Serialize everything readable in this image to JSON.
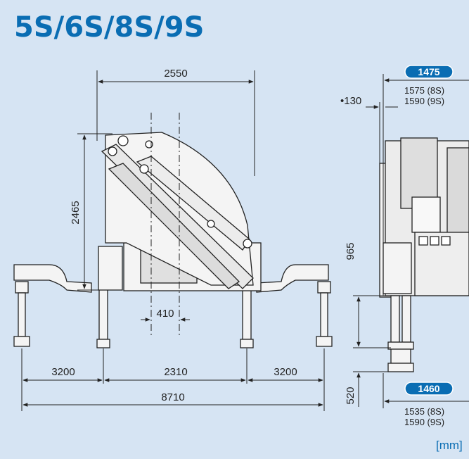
{
  "title": "5S/6S/8S/9S",
  "side_view": {
    "overall_width": "2550",
    "height": "2465",
    "offset": "410",
    "span_left": "3200",
    "span_center": "2310",
    "span_right": "3200",
    "total_span": "8710"
  },
  "rear_view": {
    "top_badge": "1475",
    "top_8s": "1575 (8S)",
    "top_9s": "1590 (9S)",
    "offset": "•130",
    "height_965": "965",
    "height_520": "520",
    "bottom_badge": "1460",
    "bottom_8s": "1535 (8S)",
    "bottom_9s": "1590 (9S)"
  },
  "unit": "[mm]",
  "colors": {
    "brand": "#0a6db3",
    "background": "#d6e4f3",
    "line": "#222222"
  }
}
